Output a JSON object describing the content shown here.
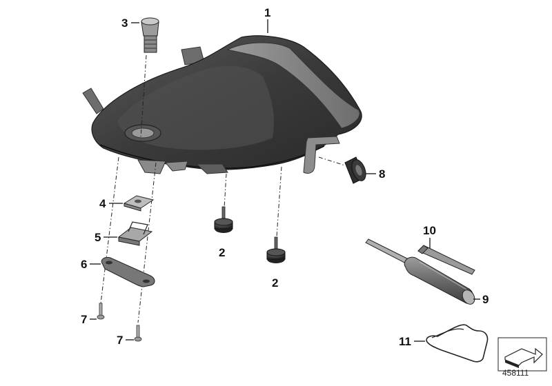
{
  "diagram": {
    "callouts": {
      "seat": "1",
      "knob_a": "2",
      "knob_b": "2",
      "lock_cylinder": "3",
      "bracket_upper": "4",
      "bracket_lower": "5",
      "plate": "6",
      "screw_a": "7",
      "screw_b": "7",
      "grommet": "8",
      "screwdriver": "9",
      "allen_key": "10",
      "wire_clip": "11"
    },
    "diagram_number": "458111",
    "colors": {
      "seat_dark": "#3c3c3c",
      "seat_band": "#8a8a8a",
      "line": "#111111"
    }
  }
}
